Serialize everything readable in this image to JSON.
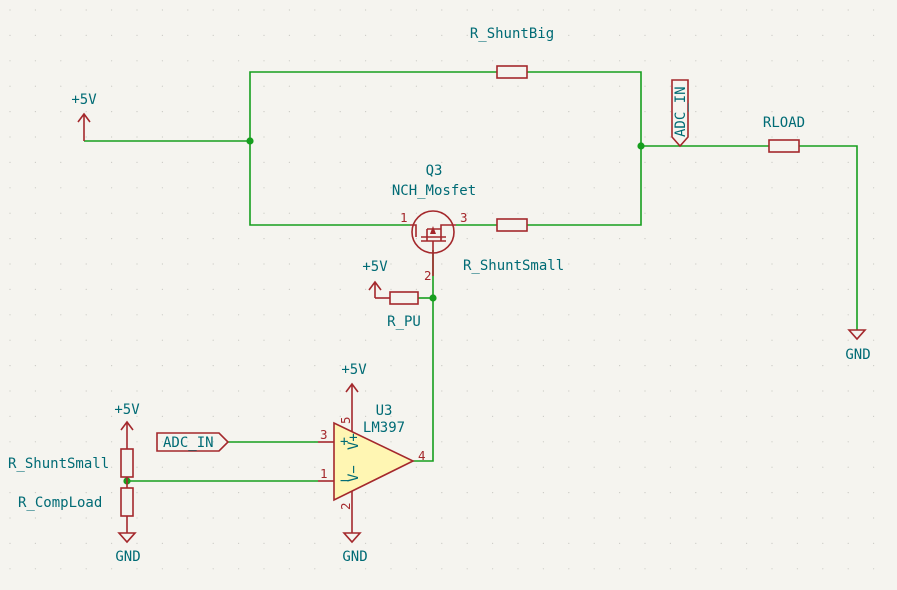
{
  "symbols": {
    "r_shunt_big": {
      "ref": "R_ShuntBig"
    },
    "r_shunt_small": {
      "ref": "R_ShuntSmall"
    },
    "r_load": {
      "ref": "RLOAD"
    },
    "r_pu": {
      "ref": "R_PU"
    },
    "r_shunt_small_divider": {
      "ref": "R_ShuntSmall"
    },
    "r_compload": {
      "ref": "R_CompLoad"
    },
    "q3": {
      "ref": "Q3",
      "value": "NCH_Mosfet",
      "pins": {
        "gate": "1",
        "drain": "3",
        "source": "2"
      }
    },
    "u3": {
      "ref": "U3",
      "value": "LM397",
      "pins": {
        "in_plus": "3",
        "in_minus": "1",
        "out": "4",
        "vplus": "5",
        "vminus": "2"
      },
      "pin_texts": {
        "plus": "+",
        "minus": "−",
        "vplus": "V+",
        "vminus": "V−"
      }
    }
  },
  "power": {
    "left_5v": "+5V",
    "pu_5v": "+5V",
    "u3_5v": "+5V",
    "divider_5v": "+5V",
    "load_gnd": "GND",
    "u3_gnd": "GND",
    "divider_gnd": "GND"
  },
  "net_labels": {
    "adc_in_top": "ADC_IN",
    "adc_in_input": "ADC_IN"
  },
  "colors": {
    "background": "#f5f4ef",
    "wire": "#169e1e",
    "component": "#a4282c",
    "text": "#006b75",
    "opamp_fill": "#fff6b3",
    "grid_dot": "#c9c9c3"
  }
}
